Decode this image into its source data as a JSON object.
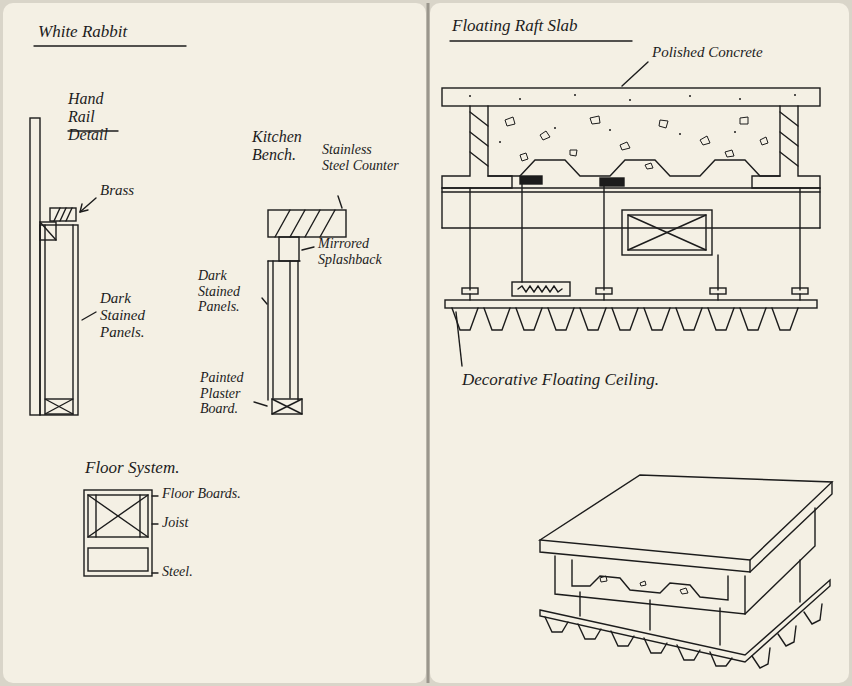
{
  "diagram": {
    "title": "White Rabbit",
    "labels": [
      "Hand Rail Detail",
      "Brass",
      "Dark Stained Panels.",
      "Kitchen Bench.",
      "Stainless Steel Counter",
      "Mirrored Splashback",
      "Dark Stained Panels.",
      "Painted Plaster Board.",
      "Floor System.",
      "Floor Boards.",
      "Joist",
      "Steel.",
      "Floating Raft Slab",
      "Polished Concrete",
      "Decorative Floating Ceiling."
    ]
  }
}
